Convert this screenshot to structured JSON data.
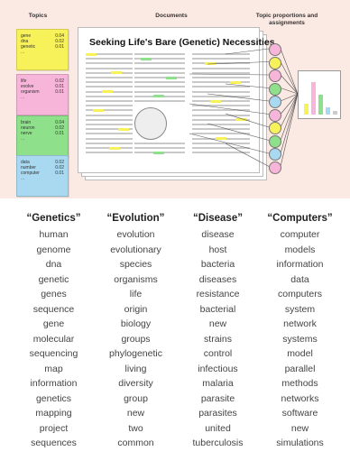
{
  "figure": {
    "labels": {
      "topics": "Topics",
      "documents": "Documents",
      "topic_proportions": "Topic proportions and assignments"
    },
    "topic_notes": [
      {
        "color": "#f7f15a",
        "rows": [
          [
            "gene",
            "0.04"
          ],
          [
            "dna",
            "0.02"
          ],
          [
            "genetic",
            "0.01"
          ]
        ]
      },
      {
        "color": "#f7b6d9",
        "rows": [
          [
            "life",
            "0.02"
          ],
          [
            "evolve",
            "0.01"
          ],
          [
            "organism",
            "0.01"
          ]
        ]
      },
      {
        "color": "#8fe08b",
        "rows": [
          [
            "brain",
            "0.04"
          ],
          [
            "neuron",
            "0.02"
          ],
          [
            "nerve",
            "0.01"
          ]
        ]
      },
      {
        "color": "#a8d9f0",
        "rows": [
          [
            "data",
            "0.02"
          ],
          [
            "number",
            "0.02"
          ],
          [
            "computer",
            "0.01"
          ]
        ]
      }
    ],
    "document_title": "Seeking Life's Bare (Genetic) Necessities"
  },
  "topics_table": {
    "columns": [
      {
        "header": "“Genetics”",
        "words": [
          "human",
          "genome",
          "dna",
          "genetic",
          "genes",
          "sequence",
          "gene",
          "molecular",
          "sequencing",
          "map",
          "information",
          "genetics",
          "mapping",
          "project",
          "sequences"
        ]
      },
      {
        "header": "“Evolution”",
        "words": [
          "evolution",
          "evolutionary",
          "species",
          "organisms",
          "life",
          "origin",
          "biology",
          "groups",
          "phylogenetic",
          "living",
          "diversity",
          "group",
          "new",
          "two",
          "common"
        ]
      },
      {
        "header": "“Disease”",
        "words": [
          "disease",
          "host",
          "bacteria",
          "diseases",
          "resistance",
          "bacterial",
          "new",
          "strains",
          "control",
          "infectious",
          "malaria",
          "parasite",
          "parasites",
          "united",
          "tuberculosis"
        ]
      },
      {
        "header": "“Computers”",
        "words": [
          "computer",
          "models",
          "information",
          "data",
          "computers",
          "system",
          "network",
          "systems",
          "model",
          "parallel",
          "methods",
          "networks",
          "software",
          "new",
          "simulations"
        ]
      }
    ]
  }
}
